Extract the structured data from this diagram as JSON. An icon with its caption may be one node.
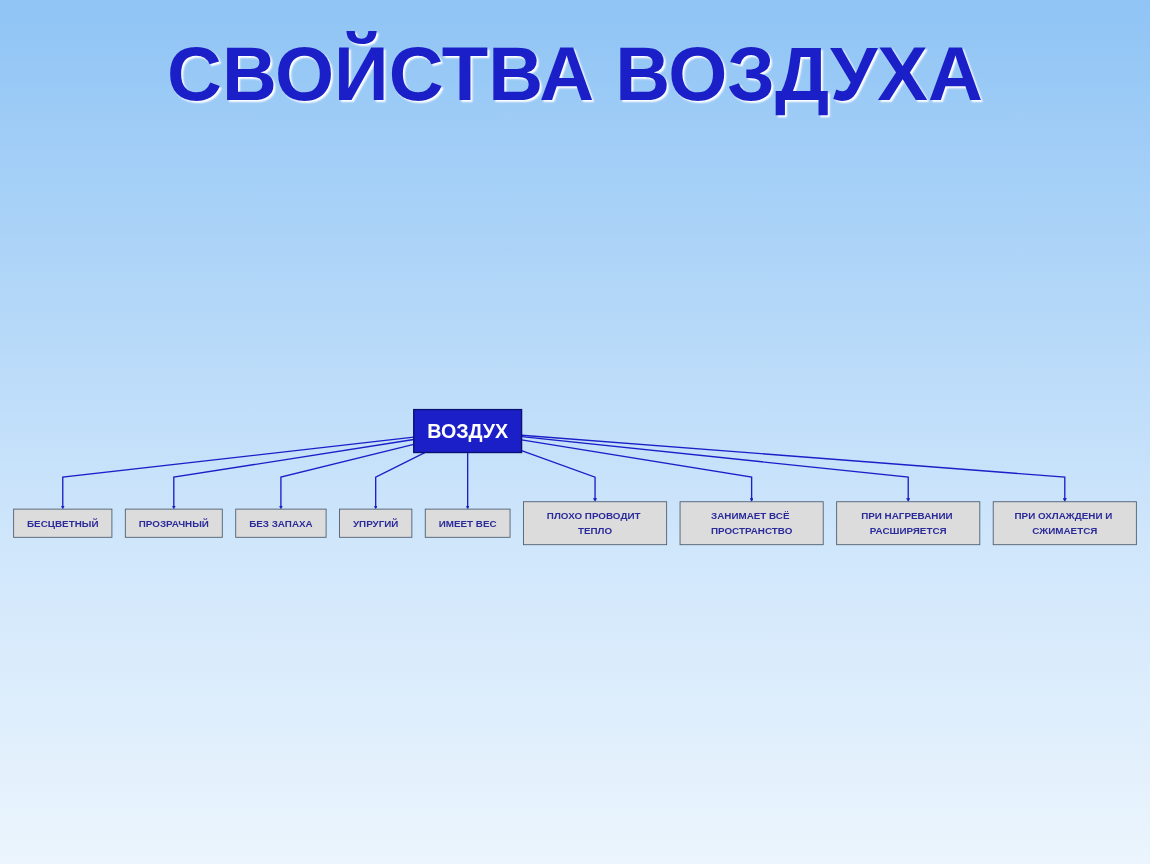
{
  "diagram": {
    "title": "СВОЙСТВА ВОЗДУХА",
    "nodes": [
      {
        "text": [
          "БЕСЦВЕТНЫЙ"
        ]
      },
      {
        "text": [
          "ПРОЗРАЧНЫЙ"
        ]
      },
      {
        "text": [
          "БЕЗ ЗАПАХА"
        ]
      },
      {
        "text": [
          "УПРУГИЙ"
        ]
      },
      {
        "text": [
          "ВОЗДУХ"
        ]
      },
      {
        "text": [
          "ИМЕЕТ ВЕС"
        ]
      },
      {
        "text": [
          "ПЛОХО ПРОВОДИТ ТЕПЛО"
        ]
      },
      {
        "text": [
          "ЗАНИМАЕТ ВСЁ ПРОСТРАНСТВО"
        ]
      },
      {
        "text": [
          "ПРИ НАГРЕВАНИИ РАСШИРЯЕТСЯ"
        ]
      },
      {
        "text": [
          "ПРИ ОХЛАЖДЕНИ И СЖИМАЕТСЯ"
        ]
      }
    ],
    "edges": [
      {
        "from": 4,
        "to": 0,
        "arrow": "to"
      },
      {
        "from": 4,
        "to": 1,
        "arrow": "to"
      },
      {
        "from": 4,
        "to": 2,
        "arrow": "to"
      },
      {
        "from": 4,
        "to": 3,
        "arrow": "to"
      },
      {
        "from": 4,
        "to": 5,
        "arrow": "to"
      },
      {
        "from": 4,
        "to": 6,
        "arrow": "to"
      },
      {
        "from": 4,
        "to": 7,
        "arrow": "to"
      },
      {
        "from": 4,
        "to": 8,
        "arrow": "to"
      },
      {
        "from": 4,
        "to": 9,
        "arrow": "to"
      }
    ]
  }
}
